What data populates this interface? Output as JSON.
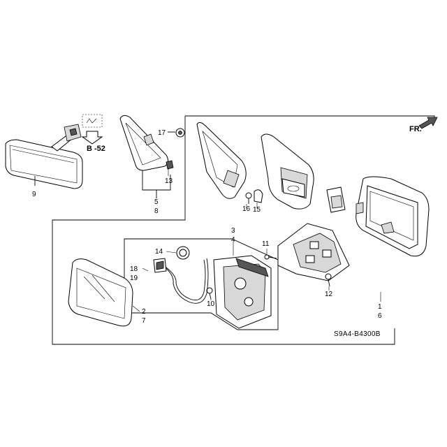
{
  "diagram": {
    "reference_code": "S9A4-B4300B",
    "direction_label": "FR.",
    "section_ref": "B -52",
    "callouts": {
      "c1": "1",
      "c2": "2",
      "c3": "3",
      "c4": "4",
      "c5": "5",
      "c6": "6",
      "c7": "7",
      "c8": "8",
      "c9": "9",
      "c10": "10",
      "c11": "11",
      "c12": "12",
      "c13": "13",
      "c14": "14",
      "c15": "15",
      "c16": "16",
      "c17": "17",
      "c18": "18",
      "c19": "19"
    }
  }
}
